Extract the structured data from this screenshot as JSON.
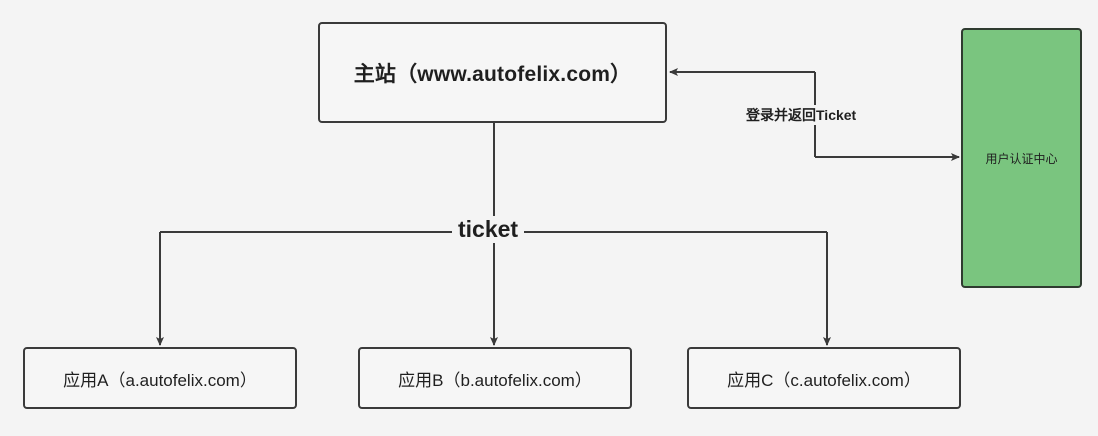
{
  "diagram": {
    "title_node": {
      "id": "main-site",
      "label": "主站（www.autofelix.com）"
    },
    "auth_node": {
      "id": "auth-center",
      "label": "用户认证中心",
      "color": "#7ac57f"
    },
    "app_nodes": [
      {
        "id": "app-a",
        "label": "应用A（a.autofelix.com）"
      },
      {
        "id": "app-b",
        "label": "应用B（b.autofelix.com）"
      },
      {
        "id": "app-c",
        "label": "应用C（c.autofelix.com）"
      }
    ],
    "edge_labels": {
      "ticket": "ticket",
      "login_return_ticket": "登录并返回Ticket"
    },
    "colors": {
      "background": "#f4f4f4",
      "node_fill": "#f6f6f6",
      "node_stroke": "#3a3a3a",
      "auth_fill": "#7ac57f",
      "auth_stroke": "#2f3b30",
      "text": "#1f1f1f"
    }
  }
}
